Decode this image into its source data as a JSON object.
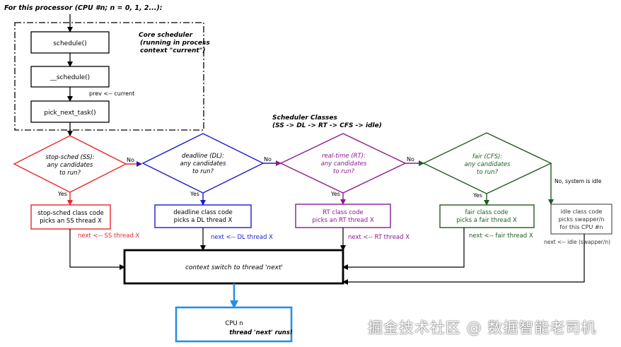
{
  "header": "For this processor (CPU #n; n = 0, 1, 2...):",
  "core": {
    "title": "Core scheduler",
    "subtitle1": "(running in process",
    "subtitle2": "context \"current\")",
    "step1": "schedule()",
    "step2": "__schedule()",
    "step3": "pick_next_task()",
    "prev_note": "prev <-- current"
  },
  "classes": {
    "title1": "Scheduler Classes",
    "title2": "(SS -> DL -> RT -> CFS -> idle)"
  },
  "labels": {
    "yes": "Yes",
    "no": "No"
  },
  "ss": {
    "d1": "stop-sched (SS):",
    "d2": "any candidates",
    "d3": "to run?",
    "b1": "stop-sched class code",
    "b2": "picks an SS thread X",
    "next": "next <-- SS thread X"
  },
  "dl": {
    "d1": "deadline (DL):",
    "d2": "any candidates",
    "d3": "to run?",
    "b1": "deadline class code",
    "b2": "picks a DL thread X",
    "next": "next <-- DL thread X"
  },
  "rt": {
    "d1": "real-time (RT):",
    "d2": "any candidates",
    "d3": "to run?",
    "b1": "RT class code",
    "b2": "picks an RT thread X",
    "next": "next <-- RT thread X"
  },
  "cfs": {
    "d1": "fair (CFS):",
    "d2": "any candidates",
    "d3": "to run?",
    "b1": "fair class code",
    "b2": "picks a fair thread X",
    "next": "next <-- fair thread X"
  },
  "idle": {
    "no_label": "No, system is idle",
    "b1": "idle class code",
    "b2": "picks swapper/n",
    "b3": "for this CPU #n",
    "next": "next <-- idle (swapper/n)"
  },
  "switch": "context switch to thread 'next'",
  "cpu": {
    "l1": "CPU n",
    "l2": "thread 'next' runs!"
  },
  "watermark": "掘金技术社区 @ 数据智能老司机",
  "colors": {
    "ss": "#e8262b",
    "dl": "#1b1bcc",
    "rt": "#8c1a8c",
    "cfs": "#1f5c1f",
    "idle": "#555555",
    "cpu": "#2a8fe0",
    "black": "#000000"
  }
}
